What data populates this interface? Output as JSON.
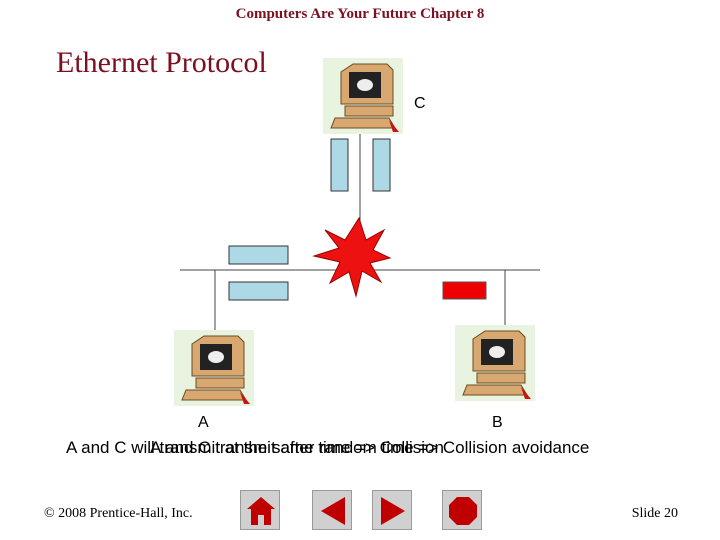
{
  "header": "Computers Are Your Future  Chapter 8",
  "title": "Ethernet Protocol",
  "nodes": {
    "a": "A",
    "b": "B",
    "c": "C"
  },
  "caption_line1": "A and C will transmit at the same time => Collision",
  "caption_line2": "A and C transmit after random time => Collision avoidance",
  "footer_left": "© 2008 Prentice-Hall, Inc.",
  "footer_right": "Slide 20",
  "colors": {
    "header": "#7a1020",
    "packet": "#add8e6",
    "collision_packet": "#ee0000",
    "burst": "#ee1111"
  },
  "icons": [
    "computer-icon-c",
    "computer-icon-a",
    "computer-icon-b",
    "home-icon",
    "back-icon",
    "forward-icon",
    "stop-icon"
  ]
}
